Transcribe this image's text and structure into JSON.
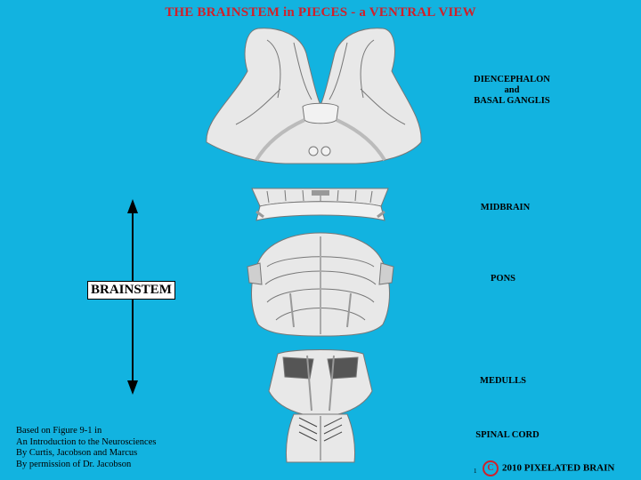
{
  "title": "THE BRAINSTEM in PIECES - a VENTRAL VIEW",
  "labels": {
    "diencephalon": [
      "DIENCEPHALON",
      "and",
      "BASAL GANGLIS"
    ],
    "midbrain": "MIDBRAIN",
    "pons": "PONS",
    "medulla": "MEDULLS",
    "spinal_cord": "SPINAL CORD",
    "brainstem": "BRAINSTEM"
  },
  "credit": [
    "Based on Figure 9-1 in",
    "An Introduction to the Neurosciences",
    "By Curtis, Jacobson and Marcus",
    "By permission of Dr. Jacobson"
  ],
  "copyright": {
    "symbol": "C",
    "text": "2010  PIXELATED BRAIN",
    "small_mark": "1"
  },
  "colors": {
    "background": "#12b3e0",
    "title": "#d0202a",
    "tissue": "#e8e8e8"
  }
}
